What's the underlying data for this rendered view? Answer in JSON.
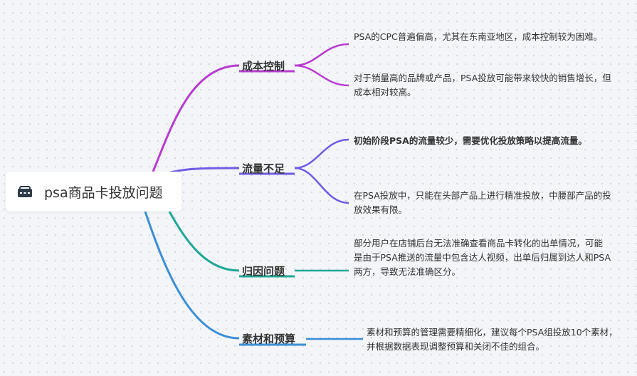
{
  "root": {
    "title": "psa商品卡投放问题",
    "icon": "briefcase-icon"
  },
  "branches": [
    {
      "label": "成本控制",
      "color": "#b93bd2",
      "leaves": [
        "PSA的CPC普遍偏高，尤其在东南亚地区，成本控制较为困难。",
        "对于销量高的品牌或产品，PSA投放可能带来较快的销售增长，但成本相对较高。"
      ]
    },
    {
      "label": "流量不足",
      "color": "#6f5ce4",
      "leaves": [
        "初始阶段PSA的流量较少，需要优化投放策略以提高流量。",
        "在PSA投放中，只能在头部产品上进行精准投放，中腰部产品的投放效果有限。"
      ]
    },
    {
      "label": "归因问题",
      "color": "#1fa898",
      "leaves": [
        "部分用户在店铺后台无法准确查看商品卡转化的出单情况，可能是由于PSA推送的流量中包含达人视频，出单后归属到达人和PSA两方，导致无法准确区分。"
      ]
    },
    {
      "label": "素材和预算",
      "color": "#3a8edb",
      "leaves": [
        "素材和预算的管理需要精细化，建议每个PSA组投放10个素材，并根据数据表现调整预算和关闭不佳的组合。"
      ]
    }
  ]
}
